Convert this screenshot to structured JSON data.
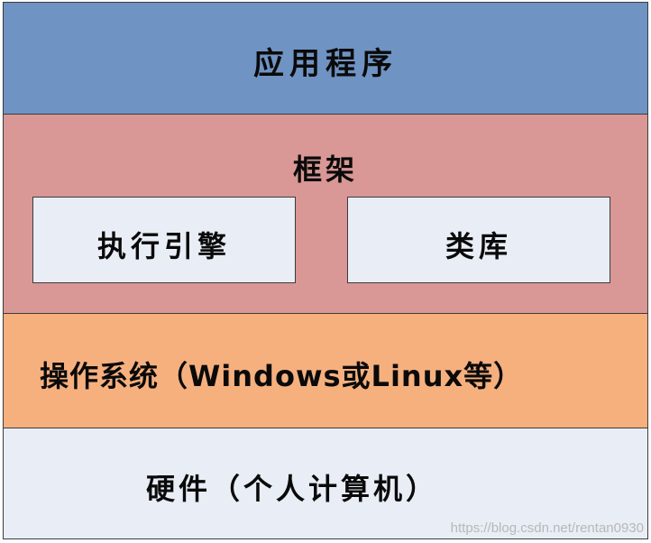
{
  "layers": {
    "application": {
      "label": "应用程序",
      "color": "#6f93c3"
    },
    "framework": {
      "label": "框架",
      "color": "#d99795",
      "components": [
        {
          "label": "执行引擎"
        },
        {
          "label": "类库"
        }
      ]
    },
    "os": {
      "label": "操作系统（Windows或Linux等）",
      "color": "#f6b07e"
    },
    "hardware": {
      "label": "硬件（个人计算机）",
      "color": "#e8edf6"
    }
  },
  "watermark": "https://blog.csdn.net/rentan0930"
}
